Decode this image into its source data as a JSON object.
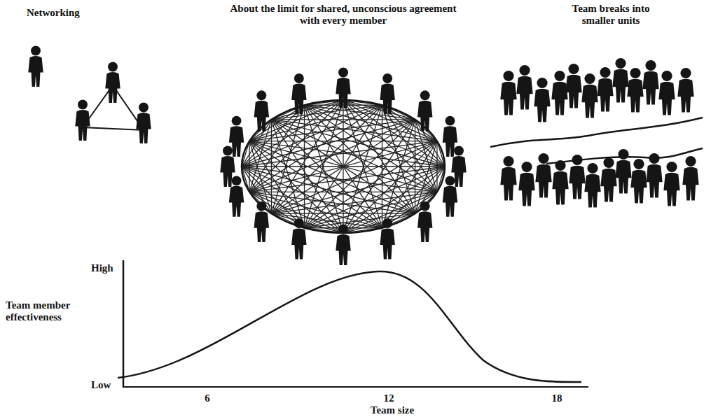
{
  "diagram": {
    "labels": [
      "Networking",
      "About the limit for shared, unconscious agreement with every member",
      "Team breaks into smaller units",
      "High",
      "Team member effectiveness",
      "Low",
      "6",
      "12",
      "18",
      "Team size"
    ]
  }
}
